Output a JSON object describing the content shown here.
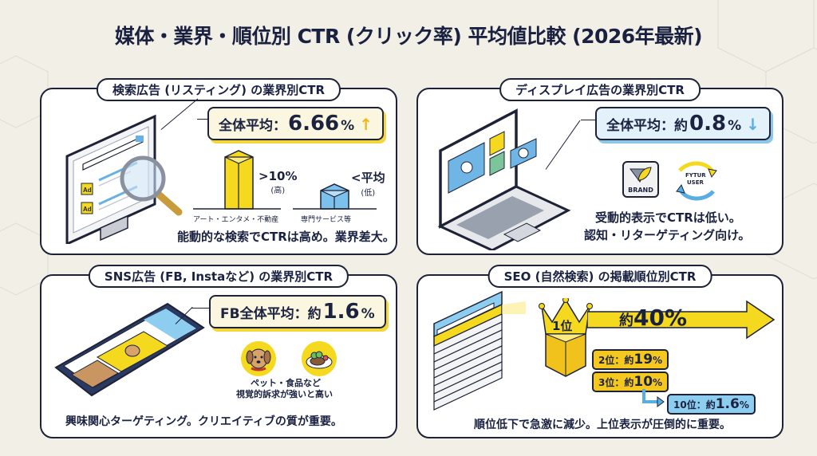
{
  "title": "媒体・業界・順位別 CTR (クリック率) 平均値比較 (2026年最新)",
  "colors": {
    "background": "#f1efe6",
    "accent_yellow": "#f5c81f",
    "accent_blue": "#58ade3",
    "ink": "#1d2236"
  },
  "panels": {
    "search": {
      "tab": "検索広告 (リスティング) の業界別CTR",
      "stat_label": "全体平均：",
      "stat_value": "6.66",
      "stat_unit": "%",
      "stat_trend": "↑",
      "bars": [
        {
          "label": "アート・エンタメ・不動産",
          "value_text": ">10%",
          "note": "(高)"
        },
        {
          "label": "専門サービス等",
          "value_text": "<平均",
          "note": "(低)"
        }
      ],
      "ad_labels": [
        "Ad",
        "Ad"
      ],
      "caption": "能動的な検索でCTRは高め。業界差大。"
    },
    "display": {
      "tab": "ディスプレイ広告の業界別CTR",
      "stat_label": "全体平均：約",
      "stat_value": "0.8",
      "stat_unit": "%",
      "stat_trend": "↓",
      "brand_label": "BRAND",
      "user_label_1": "FYTUR",
      "user_label_2": "USER",
      "caption_line1": "受動的表示でCTRは低い。",
      "caption_line2": "認知・リターゲティング向け。"
    },
    "sns": {
      "tab": "SNS広告 (FB, Instaなど) の業界別CTR",
      "stat_label": "FB全体平均：約",
      "stat_value": "1.6",
      "stat_unit": "%",
      "icons_caption_line1": "ペット・食品など",
      "icons_caption_line2": "視覚的訴求が強いと高い",
      "caption": "興味関心ターゲティング。クリエイティブの質が重要。"
    },
    "seo": {
      "tab": "SEO (自然検索) の掲載順位別CTR",
      "rank1_label": "1位",
      "rank1_prefix": "約",
      "rank1_value": "40%",
      "ranks": [
        {
          "label": "2位：約",
          "value": "19",
          "unit": "%"
        },
        {
          "label": "3位：約",
          "value": "10",
          "unit": "%"
        },
        {
          "label": "10位：約",
          "value": "1.6",
          "unit": "%"
        }
      ],
      "caption": "順位低下で急激に減少。上位表示が圧倒的に重要。"
    }
  }
}
